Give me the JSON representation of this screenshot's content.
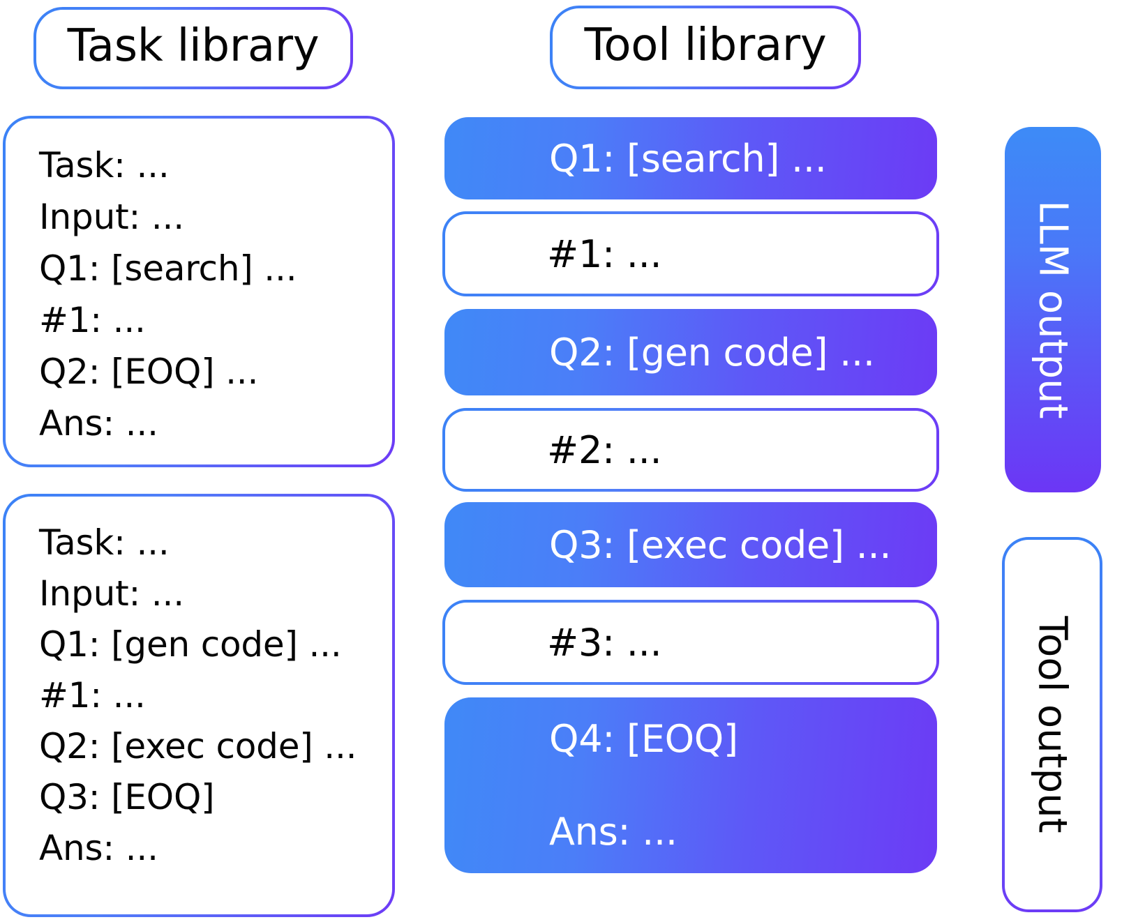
{
  "headers": {
    "task_library": "Task library",
    "tool_library": "Tool library"
  },
  "task_cards": [
    {
      "lines": [
        "Task: ...",
        "Input: ...",
        "Q1: [search] ...",
        "#1: ...",
        "Q2: [EOQ] ...",
        "Ans: ..."
      ]
    },
    {
      "lines": [
        "Task: ...",
        "Input: ...",
        "Q1: [gen code] ...",
        "#1: ...",
        "Q2: [exec code] ...",
        "Q3: [EOQ]",
        "Ans: ..."
      ]
    }
  ],
  "trace": {
    "q1": "Q1: [search] ...",
    "h1": "#1: ...",
    "q2": "Q2: [gen code] ...",
    "h2": "#2: ...",
    "q3": "Q3: [exec code] ...",
    "h3": "#3: ...",
    "q4_main": "Q4: [EOQ]",
    "q4_ans": "Ans: ..."
  },
  "badges": {
    "llm_output": "LLM output",
    "tool_output": "Tool output"
  },
  "colors": {
    "gradient_start": "#4089f7",
    "gradient_end": "#6c3bf5",
    "border_start": "#3b82f6",
    "border_end": "#6d3bf6",
    "text_dark": "#050505",
    "text_light": "#ffffff",
    "background": "#ffffff"
  }
}
